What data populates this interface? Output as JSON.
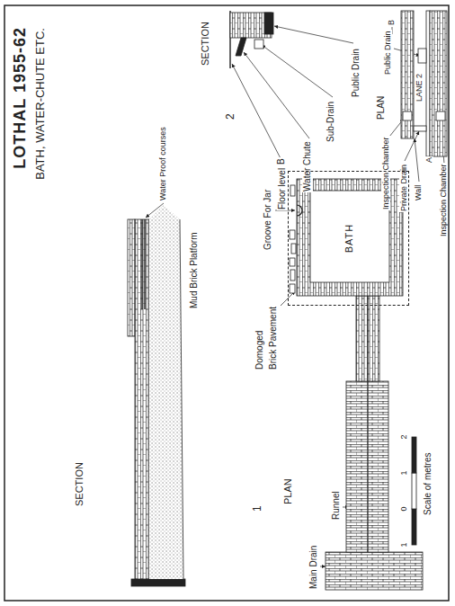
{
  "diagram": {
    "title": "LOTHAL 1955-62",
    "nodes": [
      {
        "text": [
          "BATH"
        ]
      }
    ],
    "labels": [
      "BATH, WATER-CHUTE ETC.",
      "SECTION",
      "Water Proof courses",
      "Mud Brick Platform",
      "1",
      "PLAN",
      "Main Drain",
      "Runnel",
      "Domoged",
      "Brick Pavement",
      "Groove For Jar",
      "B",
      "Scale of metres",
      "1",
      "0",
      "1",
      "2",
      "SECTION",
      "2",
      "Floor level",
      "Water Chute",
      "Sub-Drain",
      "Public Drain",
      "PLAN",
      "Public Drain",
      "Inspection Chamber",
      "LANE 2",
      "Private Drain",
      "Wall",
      "A",
      "Inspection Chamber",
      "B"
    ]
  }
}
